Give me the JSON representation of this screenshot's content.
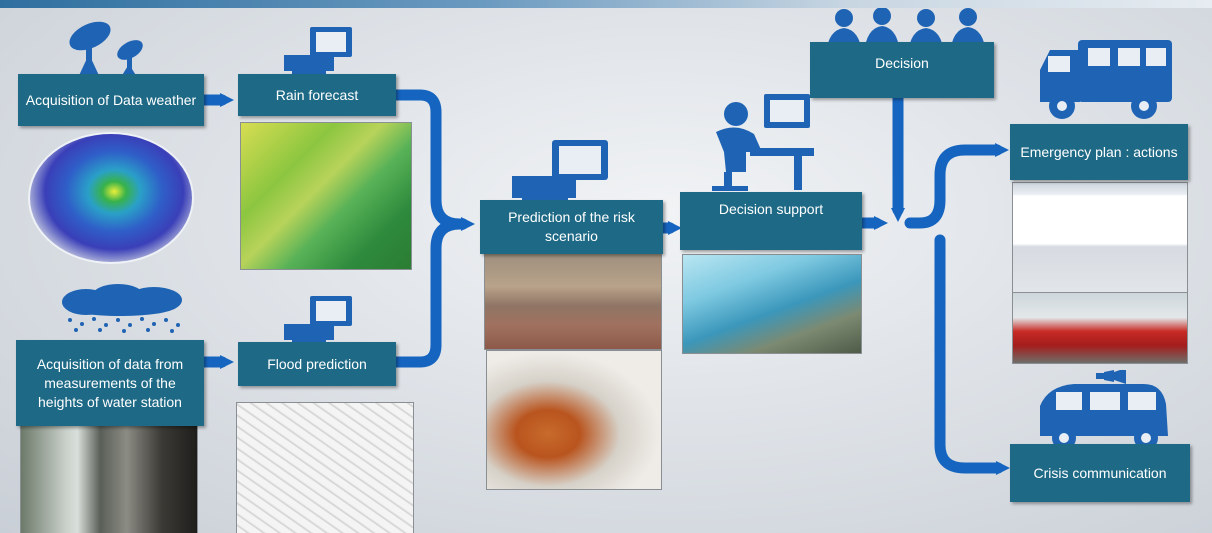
{
  "boxes": {
    "acq_weather": "Acquisition of Data weather",
    "rain_forecast": "Rain forecast",
    "acq_water": "Acquisition of data from measurements of the heights of water station",
    "flood_prediction": "Flood prediction",
    "risk_scenario": "Prediction of the risk scenario",
    "decision_support": "Decision support",
    "decision": "Decision",
    "emergency_plan": "Emergency plan : actions",
    "crisis_comm": "Crisis communication"
  },
  "icons": [
    "satellite-dish-icon",
    "computer-icon",
    "rain-cloud-icon",
    "operator-icon",
    "people-icon",
    "fire-truck-icon",
    "loudspeaker-van-icon"
  ],
  "colors": {
    "box": "#1e6a86",
    "arrow": "#1565c0",
    "icon": "#1f64b4"
  }
}
